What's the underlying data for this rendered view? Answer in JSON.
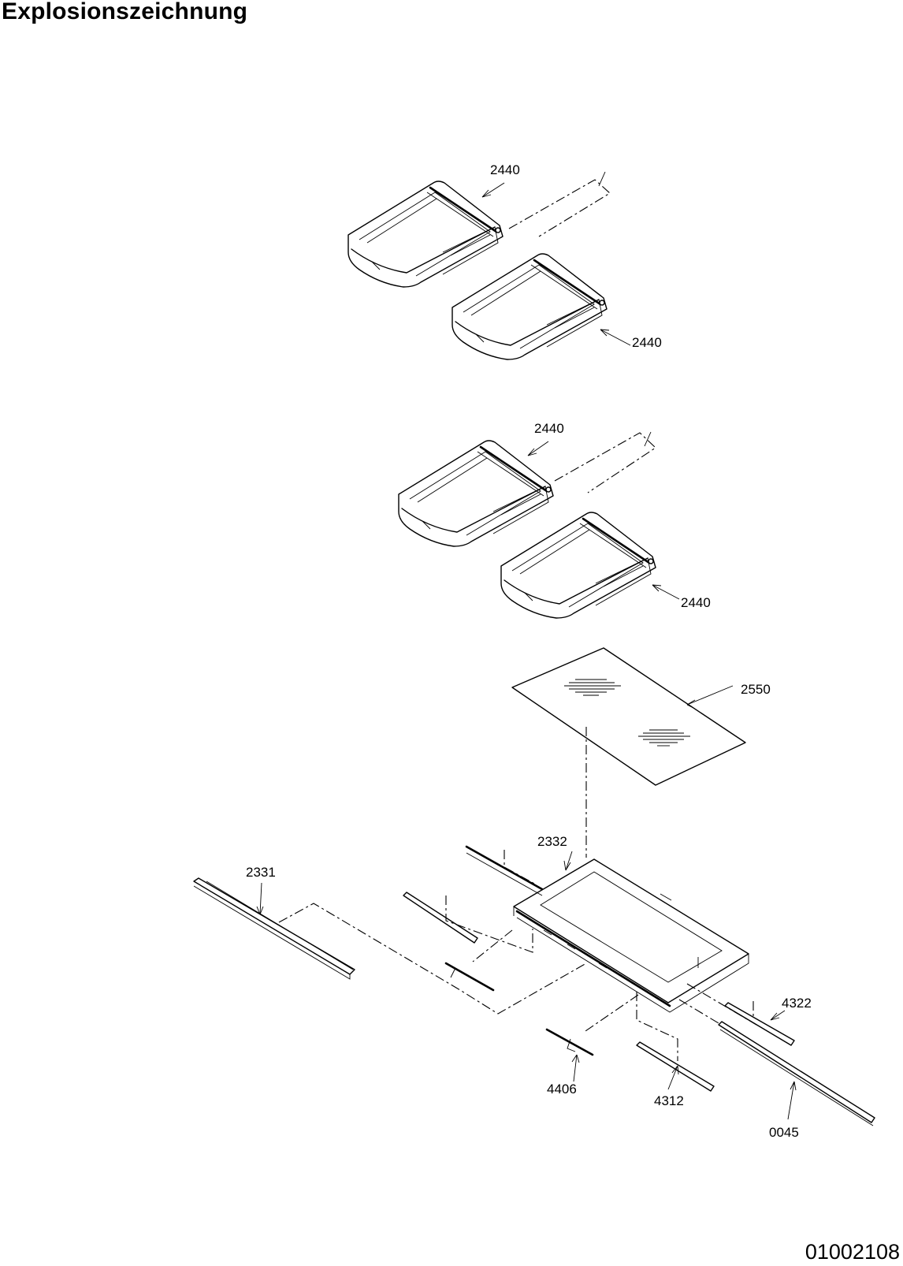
{
  "title": "Explosionszeichnung",
  "document_number": "01002108",
  "part_labels": {
    "shelf_a": "2440",
    "shelf_b": "2440",
    "shelf_c": "2440",
    "shelf_d": "2440",
    "glass_plate": "2550",
    "frame": "2332",
    "front_strip": "2331",
    "rail_right_short": "4322",
    "clip": "4406",
    "rail_front": "4312",
    "rail_long": "0045"
  }
}
